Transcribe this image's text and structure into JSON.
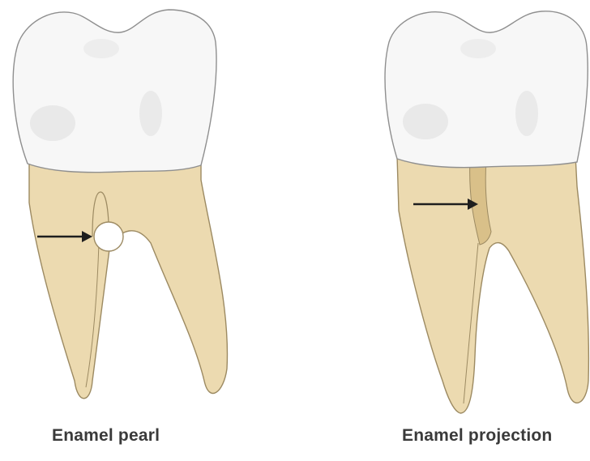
{
  "figures": [
    {
      "id": "left",
      "caption": "Enamel pearl"
    },
    {
      "id": "right",
      "caption": "Enamel projection"
    }
  ],
  "colors": {
    "root": "#ecdab0",
    "root_edge": "#9c8a62",
    "crown": "#f7f7f7",
    "crown_shadow": "#e3e3e3",
    "crown_edge": "#8f8f8f",
    "pearl": "#ffffff",
    "projection": "#d9c089",
    "arrow": "#1e1e1e"
  }
}
